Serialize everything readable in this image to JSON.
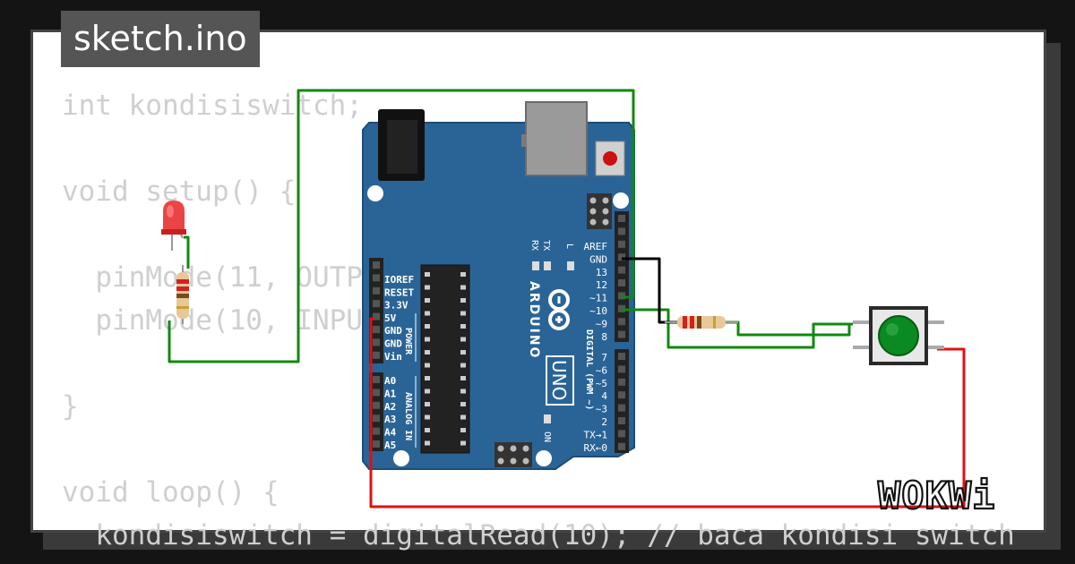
{
  "title": "sketch.ino",
  "code_lines": [
    "int kondisiswitch;",
    "",
    "void setup() {",
    "",
    "  pinMode(11, OUTPUT);",
    "  pinMode(10, INPUT);",
    "",
    "}",
    "",
    "void loop() {",
    "  kondisiswitch = digitalRead(10); // baca kondisi switch"
  ],
  "board": {
    "brand": "ARDUINO",
    "model": "UNO",
    "power_pins": [
      "IOREF",
      "RESET",
      "3.3V",
      "5V",
      "GND",
      "GND",
      "Vin"
    ],
    "power_label": "POWER",
    "analog_pins": [
      "A0",
      "A1",
      "A2",
      "A3",
      "A4",
      "A5"
    ],
    "analog_label": "ANALOG IN",
    "digital_pins": [
      "AREF",
      "GND",
      "13",
      "12",
      "~11",
      "~10",
      "~9",
      "8",
      "7",
      "~6",
      "~5",
      "4",
      "~3",
      "2",
      "TX→1",
      "RX←0"
    ],
    "digital_label": "DIGITAL (PWM ~)",
    "led_labels": {
      "tx": "TX",
      "rx": "RX",
      "l": "L",
      "on": "ON"
    }
  },
  "logo": "WOKWi",
  "colors": {
    "board_blue": "#2a6496",
    "wire_green": "#0f8a0f",
    "wire_red": "#e01010",
    "wire_black": "#000000",
    "button_green": "#0a8a20",
    "led_red": "#e83030",
    "code_gray": "#cfcfcf"
  }
}
